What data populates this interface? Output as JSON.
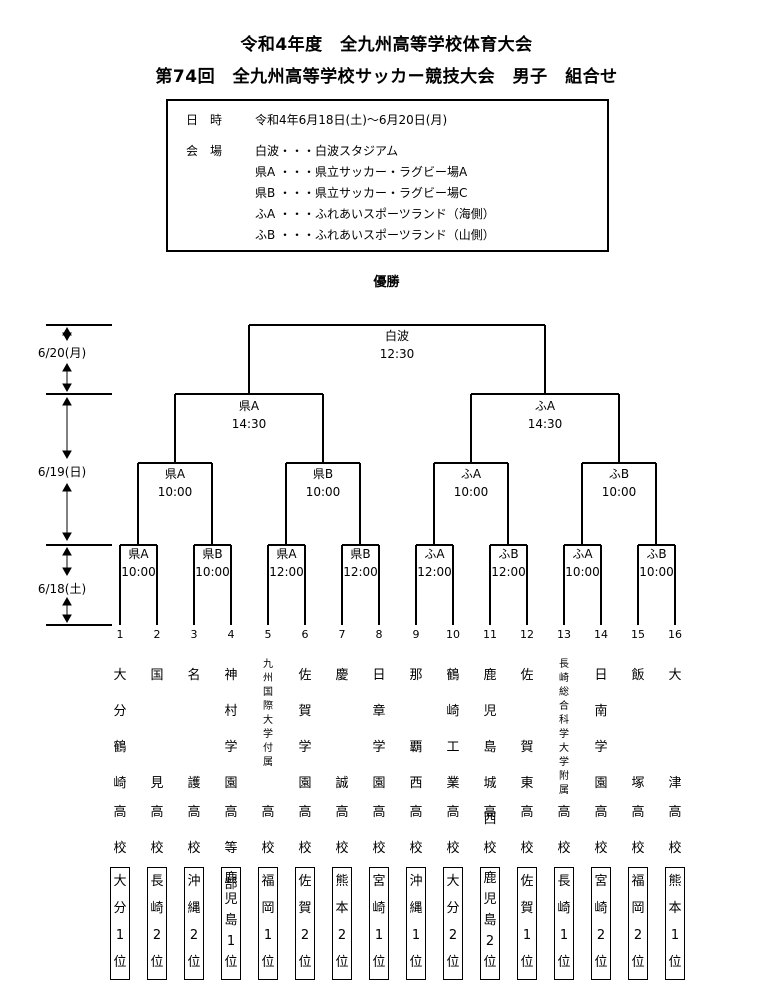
{
  "header": {
    "title_line1": "令和4年度　全九州高等学校体育大会",
    "title_line2": "第74回　全九州高等学校サッカー競技大会　男子　組合せ"
  },
  "info": {
    "date_label": "日　時",
    "date_value": "令和4年6月18日(土)～6月20日(月)",
    "venue_label": "会　場",
    "venues": [
      "白波・・・白波スタジアム",
      "県A ・・・県立サッカー・ラグビー場A",
      "県B ・・・県立サッカー・ラグビー場C",
      "ふA ・・・ふれあいスポーツランド（海側）",
      "ふB ・・・ふれあいスポーツランド（山側）"
    ]
  },
  "champion_label": "優勝",
  "days": [
    "6/20(月)",
    "6/19(日)",
    "6/18(土)"
  ],
  "final": {
    "venue": "白波",
    "time": "12:30"
  },
  "semifinals": [
    {
      "venue": "県A",
      "time": "14:30"
    },
    {
      "venue": "ふA",
      "time": "14:30"
    }
  ],
  "quarterfinals": [
    {
      "venue": "県A",
      "time": "10:00"
    },
    {
      "venue": "県B",
      "time": "10:00"
    },
    {
      "venue": "ふA",
      "time": "10:00"
    },
    {
      "venue": "ふB",
      "time": "10:00"
    }
  ],
  "round1": [
    {
      "venue": "県A",
      "time": "10:00"
    },
    {
      "venue": "県B",
      "time": "10:00"
    },
    {
      "venue": "県A",
      "time": "12:00"
    },
    {
      "venue": "県B",
      "time": "12:00"
    },
    {
      "venue": "ふA",
      "time": "12:00"
    },
    {
      "venue": "ふB",
      "time": "12:00"
    },
    {
      "venue": "ふA",
      "time": "10:00"
    },
    {
      "venue": "ふB",
      "time": "10:00"
    }
  ],
  "teams": [
    {
      "seed": "1",
      "name": "大\n分\n鶴\n崎",
      "suffix": "高\n校",
      "rank": "大\n分\n1\n位"
    },
    {
      "seed": "2",
      "name": "国\n\n\n見",
      "suffix": "高\n校",
      "rank": "長\n崎\n2\n位"
    },
    {
      "seed": "3",
      "name": "名\n\n\n護",
      "suffix": "高\n校",
      "rank": "沖\n縄\n2\n位"
    },
    {
      "seed": "4",
      "name": "神\n村\n学\n園",
      "suffix": "高\n等\n部",
      "rank": "鹿\n児\n島\n1\n位"
    },
    {
      "seed": "5",
      "name": "九\n州\n国\n際\n大\n学\n付\n属",
      "suffix": "高\n校",
      "rank": "福\n岡\n1\n位",
      "small": true
    },
    {
      "seed": "6",
      "name": "佐\n賀\n学\n園",
      "suffix": "高\n校",
      "rank": "佐\n賀\n2\n位"
    },
    {
      "seed": "7",
      "name": "慶\n\n\n誠",
      "suffix": "高\n校",
      "rank": "熊\n本\n2\n位"
    },
    {
      "seed": "8",
      "name": "日\n章\n学\n園",
      "suffix": "高\n校",
      "rank": "宮\n崎\n1\n位"
    },
    {
      "seed": "9",
      "name": "那\n\n覇\n西",
      "suffix": "高\n校",
      "rank": "沖\n縄\n1\n位"
    },
    {
      "seed": "10",
      "name": "鶴\n崎\n工\n業",
      "suffix": "高\n校",
      "rank": "大\n分\n2\n位"
    },
    {
      "seed": "11",
      "name": "鹿\n児\n島\n城\n西",
      "suffix": "高\n校",
      "rank": "鹿\n児\n島\n2\n位"
    },
    {
      "seed": "12",
      "name": "佐\n\n賀\n東",
      "suffix": "高\n校",
      "rank": "佐\n賀\n1\n位"
    },
    {
      "seed": "13",
      "name": "長\n崎\n総\n合\n科\n学\n大\n学\n附\n属",
      "suffix": "高\n校",
      "rank": "長\n崎\n1\n位",
      "small": true
    },
    {
      "seed": "14",
      "name": "日\n南\n学\n園",
      "suffix": "高\n校",
      "rank": "宮\n崎\n2\n位"
    },
    {
      "seed": "15",
      "name": "飯\n\n\n塚",
      "suffix": "高\n校",
      "rank": "福\n岡\n2\n位"
    },
    {
      "seed": "16",
      "name": "大\n\n\n津",
      "suffix": "高\n校",
      "rank": "熊\n本\n1\n位"
    }
  ]
}
